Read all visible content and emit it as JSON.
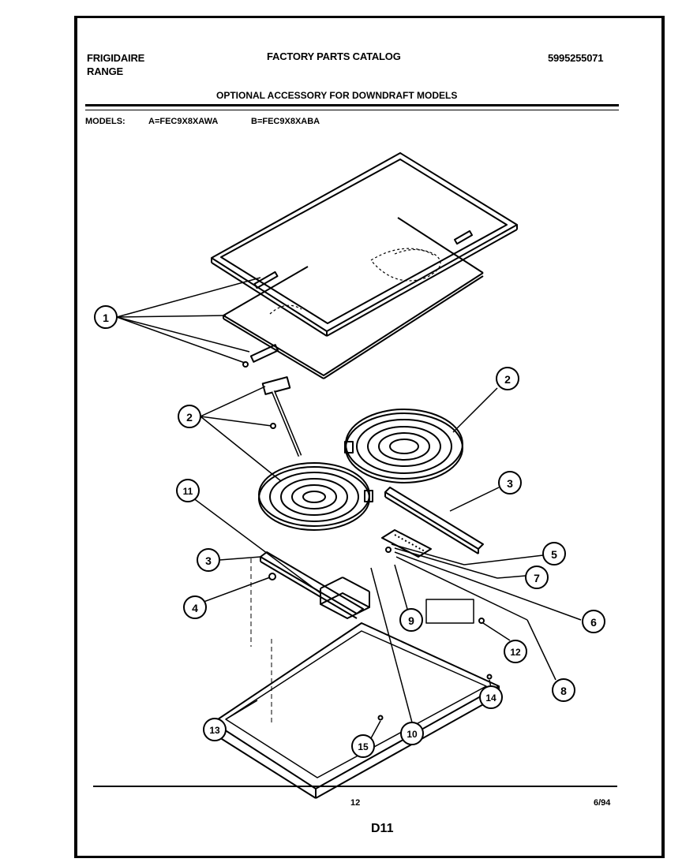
{
  "header": {
    "brand": "FRIGIDAIRE",
    "product": "RANGE",
    "catalog_title": "FACTORY PARTS CATALOG",
    "catalog_number": "5995255071",
    "section_title": "OPTIONAL ACCESSORY FOR DOWNDRAFT MODELS",
    "models_label": "MODELS:",
    "model_a": "A=FEC9X8XAWA",
    "model_b": "B=FEC9X8XABA"
  },
  "callouts": [
    "1",
    "2",
    "2",
    "3",
    "3",
    "4",
    "5",
    "6",
    "7",
    "8",
    "9",
    "10",
    "11",
    "12",
    "13",
    "14",
    "15"
  ],
  "footer": {
    "page_number": "12",
    "date": "6/94",
    "page_code": "D11"
  }
}
